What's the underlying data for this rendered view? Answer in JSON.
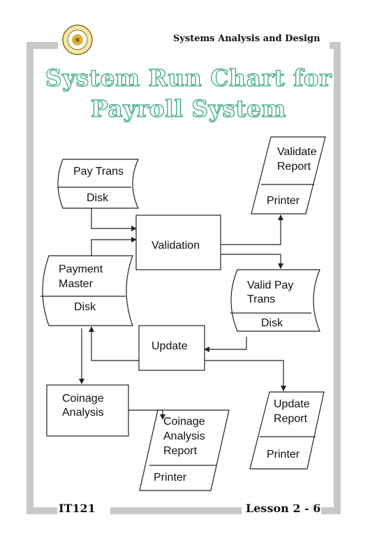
{
  "header": {
    "course_title": "Systems Analysis and Design"
  },
  "title": {
    "line1": "System Run Chart for",
    "line2": "Payroll System"
  },
  "footer": {
    "course_code": "IT121",
    "lesson": "Lesson 2 - 6"
  },
  "diagram": {
    "pay_trans": {
      "top": "Pay Trans",
      "bottom": "Disk"
    },
    "validate_report": {
      "line1": "Validate",
      "line2": "Report",
      "device": "Printer"
    },
    "validation": {
      "label": "Validation"
    },
    "payment_master": {
      "line1": "Payment",
      "line2": "Master",
      "bottom": "Disk"
    },
    "valid_pay_trans": {
      "line1": "Valid Pay",
      "line2": "Trans",
      "bottom": "Disk"
    },
    "update": {
      "label": "Update"
    },
    "coinage_analysis": {
      "line1": "Coinage",
      "line2": "Analysis"
    },
    "coinage_report": {
      "line1": "Coinage",
      "line2": "Analysis",
      "line3": "Report",
      "device": "Printer"
    },
    "update_report": {
      "line1": "Update",
      "line2": "Report",
      "device": "Printer"
    }
  },
  "colors": {
    "title_outline": "#3aa88a",
    "frame": "#c8c8c8",
    "logo_gold": "#d9b23a"
  }
}
